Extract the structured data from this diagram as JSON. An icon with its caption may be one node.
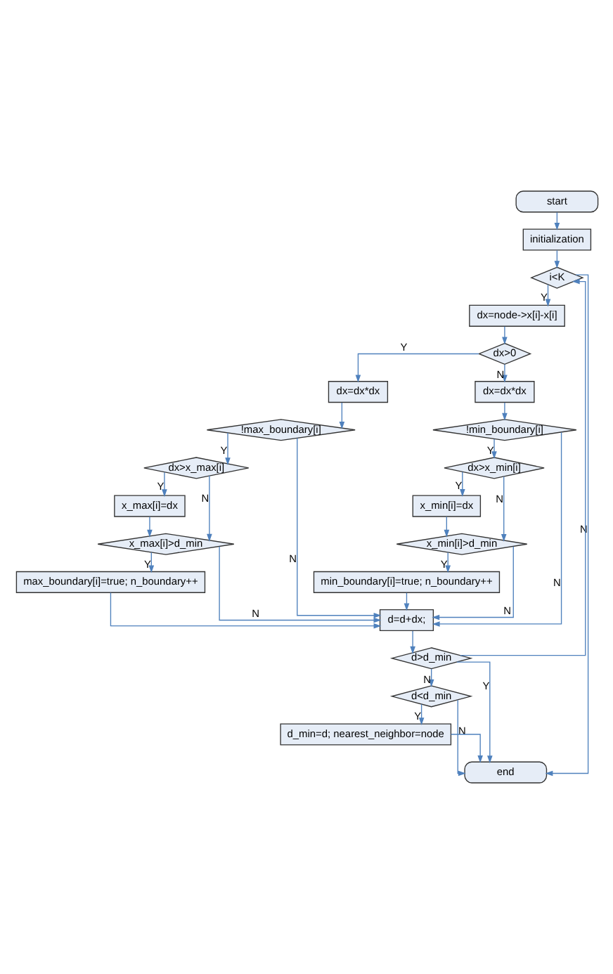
{
  "diagram": {
    "nodes": [
      {
        "text": [
          "start"
        ]
      },
      {
        "text": [
          "initialization"
        ]
      },
      {
        "text": [
          "i<K"
        ]
      },
      {
        "text": [
          "dx=node->x[i]-x[i]"
        ]
      },
      {
        "text": [
          "dx>0"
        ]
      },
      {
        "text": [
          "dx=dx*dx"
        ]
      },
      {
        "text": [
          "dx=dx*dx"
        ]
      },
      {
        "text": [
          "!max_boundary[i]"
        ]
      },
      {
        "text": [
          "!min_boundary[i]"
        ]
      },
      {
        "text": [
          "dx>x_max[i]"
        ]
      },
      {
        "text": [
          "dx>x_min[i]"
        ]
      },
      {
        "text": [
          "x_max[i]=dx"
        ]
      },
      {
        "text": [
          "x_min[i]=dx"
        ]
      },
      {
        "text": [
          "x_max[i]>d_min"
        ]
      },
      {
        "text": [
          "x_min[i]>d_min"
        ]
      },
      {
        "text": [
          "max_boundary[i]=true; n_boundary++"
        ]
      },
      {
        "text": [
          "min_boundary[i]=true; n_boundary++"
        ]
      },
      {
        "text": [
          "d=d+dx;"
        ]
      },
      {
        "text": [
          "d>d_min"
        ]
      },
      {
        "text": [
          "d<d_min"
        ]
      },
      {
        "text": [
          "d_min=d; nearest_neighbor=node"
        ]
      },
      {
        "text": [
          "end"
        ]
      }
    ],
    "edges": [
      {
        "from": 0,
        "to": 1,
        "arrow": "to"
      },
      {
        "from": 1,
        "to": 2,
        "arrow": "to"
      },
      {
        "from": 2,
        "to": 3,
        "arrow": "to",
        "label": "Y"
      },
      {
        "from": 2,
        "to": 21,
        "arrow": "to",
        "label": "N"
      },
      {
        "from": 3,
        "to": 4,
        "arrow": "to"
      },
      {
        "from": 4,
        "to": 5,
        "arrow": "to",
        "label": "Y"
      },
      {
        "from": 4,
        "to": 6,
        "arrow": "to",
        "label": "N"
      },
      {
        "from": 5,
        "to": 7,
        "arrow": "to"
      },
      {
        "from": 6,
        "to": 8,
        "arrow": "to"
      },
      {
        "from": 7,
        "to": 9,
        "arrow": "to",
        "label": "Y"
      },
      {
        "from": 7,
        "to": 17,
        "arrow": "to",
        "label": "N"
      },
      {
        "from": 8,
        "to": 10,
        "arrow": "to",
        "label": "Y"
      },
      {
        "from": 8,
        "to": 17,
        "arrow": "to",
        "label": "N"
      },
      {
        "from": 9,
        "to": 11,
        "arrow": "to",
        "label": "Y"
      },
      {
        "from": 9,
        "to": 13,
        "arrow": "to",
        "label": "N"
      },
      {
        "from": 10,
        "to": 12,
        "arrow": "to",
        "label": "Y"
      },
      {
        "from": 10,
        "to": 14,
        "arrow": "to",
        "label": "N"
      },
      {
        "from": 11,
        "to": 13,
        "arrow": "to"
      },
      {
        "from": 12,
        "to": 14,
        "arrow": "to"
      },
      {
        "from": 13,
        "to": 15,
        "arrow": "to",
        "label": "Y"
      },
      {
        "from": 13,
        "to": 17,
        "arrow": "to",
        "label": "N"
      },
      {
        "from": 14,
        "to": 16,
        "arrow": "to",
        "label": "Y"
      },
      {
        "from": 14,
        "to": 17,
        "arrow": "to",
        "label": "N"
      },
      {
        "from": 15,
        "to": 17,
        "arrow": "to"
      },
      {
        "from": 16,
        "to": 17,
        "arrow": "to"
      },
      {
        "from": 17,
        "to": 18,
        "arrow": "to"
      },
      {
        "from": 18,
        "to": 21,
        "arrow": "to",
        "label": "Y"
      },
      {
        "from": 18,
        "to": 19,
        "arrow": "to",
        "label": "N"
      },
      {
        "from": 18,
        "to": 2,
        "arrow": "to"
      },
      {
        "from": 19,
        "to": 20,
        "arrow": "to",
        "label": "Y"
      },
      {
        "from": 19,
        "to": 21,
        "arrow": "to",
        "label": "N"
      },
      {
        "from": 20,
        "to": 21,
        "arrow": "to"
      }
    ]
  }
}
